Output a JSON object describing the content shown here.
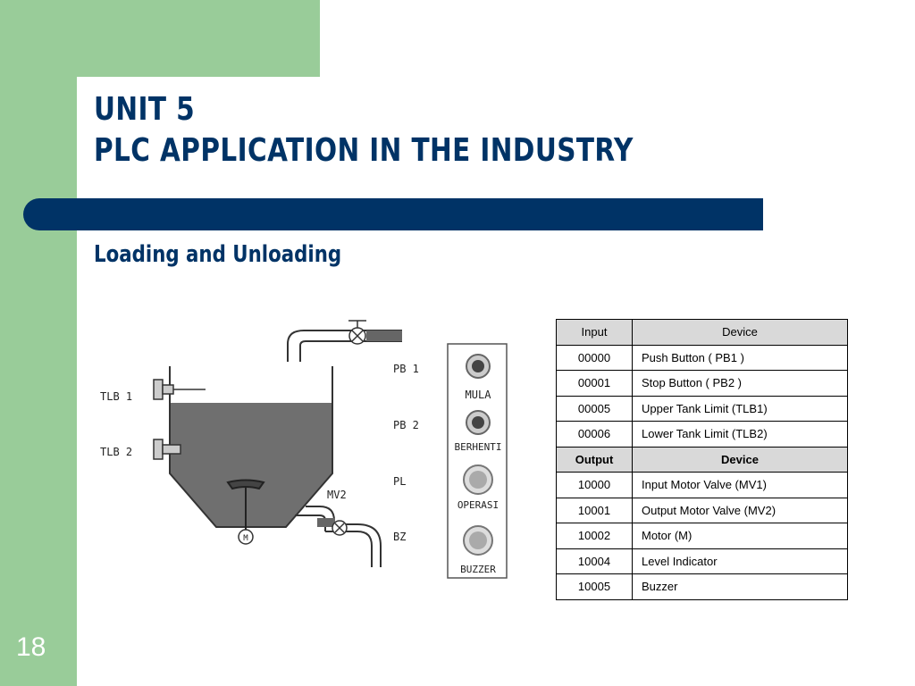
{
  "slide": {
    "title_line1": "UNIT 5",
    "title_line2": "PLC APPLICATION IN THE INDUSTRY",
    "subtitle": "Loading and Unloading",
    "page_number": "18"
  },
  "diagram": {
    "labels": {
      "tlb1": "TLB 1",
      "tlb2": "TLB 2",
      "pb1": "PB 1",
      "pb2": "PB 2",
      "pl": "PL",
      "bz": "BZ",
      "mv2": "MV2",
      "motor": "M",
      "mula": "MULA",
      "berhenti": "BERHENTI",
      "operasi": "OPERASI",
      "buzzer": "BUZZER"
    }
  },
  "io_table": {
    "header_input": "Input",
    "header_output": "Output",
    "header_device": "Device",
    "inputs": [
      {
        "address": "00000",
        "device": "Push Button ( PB1 )"
      },
      {
        "address": "00001",
        "device": "Stop Button ( PB2 )"
      },
      {
        "address": "00005",
        "device": "Upper Tank Limit  (TLB1)"
      },
      {
        "address": "00006",
        "device": "Lower Tank Limit (TLB2)"
      }
    ],
    "outputs": [
      {
        "address": "10000",
        "device": "Input Motor Valve (MV1)"
      },
      {
        "address": "10001",
        "device": "Output Motor Valve (MV2)"
      },
      {
        "address": "10002",
        "device": "Motor (M)"
      },
      {
        "address": "10004",
        "device": "Level Indicator"
      },
      {
        "address": "10005",
        "device": "Buzzer"
      }
    ]
  }
}
